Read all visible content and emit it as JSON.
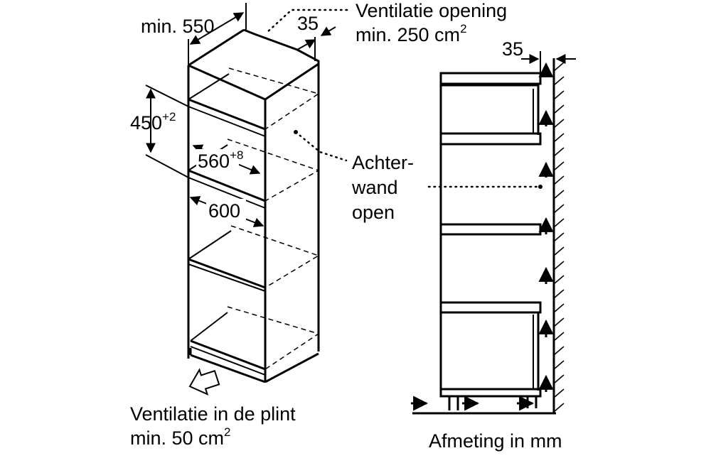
{
  "labels": {
    "depth_prefix": "min. 550",
    "gap_top": "35",
    "ventilation_opening_line1": "Ventilatie opening",
    "ventilation_opening_line2": "min. 250 cm",
    "ventilation_opening_exp": "2",
    "height_value": "450",
    "height_tolerance": "+2",
    "width_inner_value": "560",
    "width_inner_tolerance": "+8",
    "width_outer": "600",
    "back_wall_line1": "Achter-",
    "back_wall_line2": "wand",
    "back_wall_line3": "open",
    "plinth_line1": "Ventilatie in de plint",
    "plinth_line2": "min. 50 cm",
    "plinth_exp": "2",
    "side_gap": "35",
    "units_note": "Afmeting in mm"
  },
  "colors": {
    "line": "#000000",
    "background": "#ffffff"
  }
}
